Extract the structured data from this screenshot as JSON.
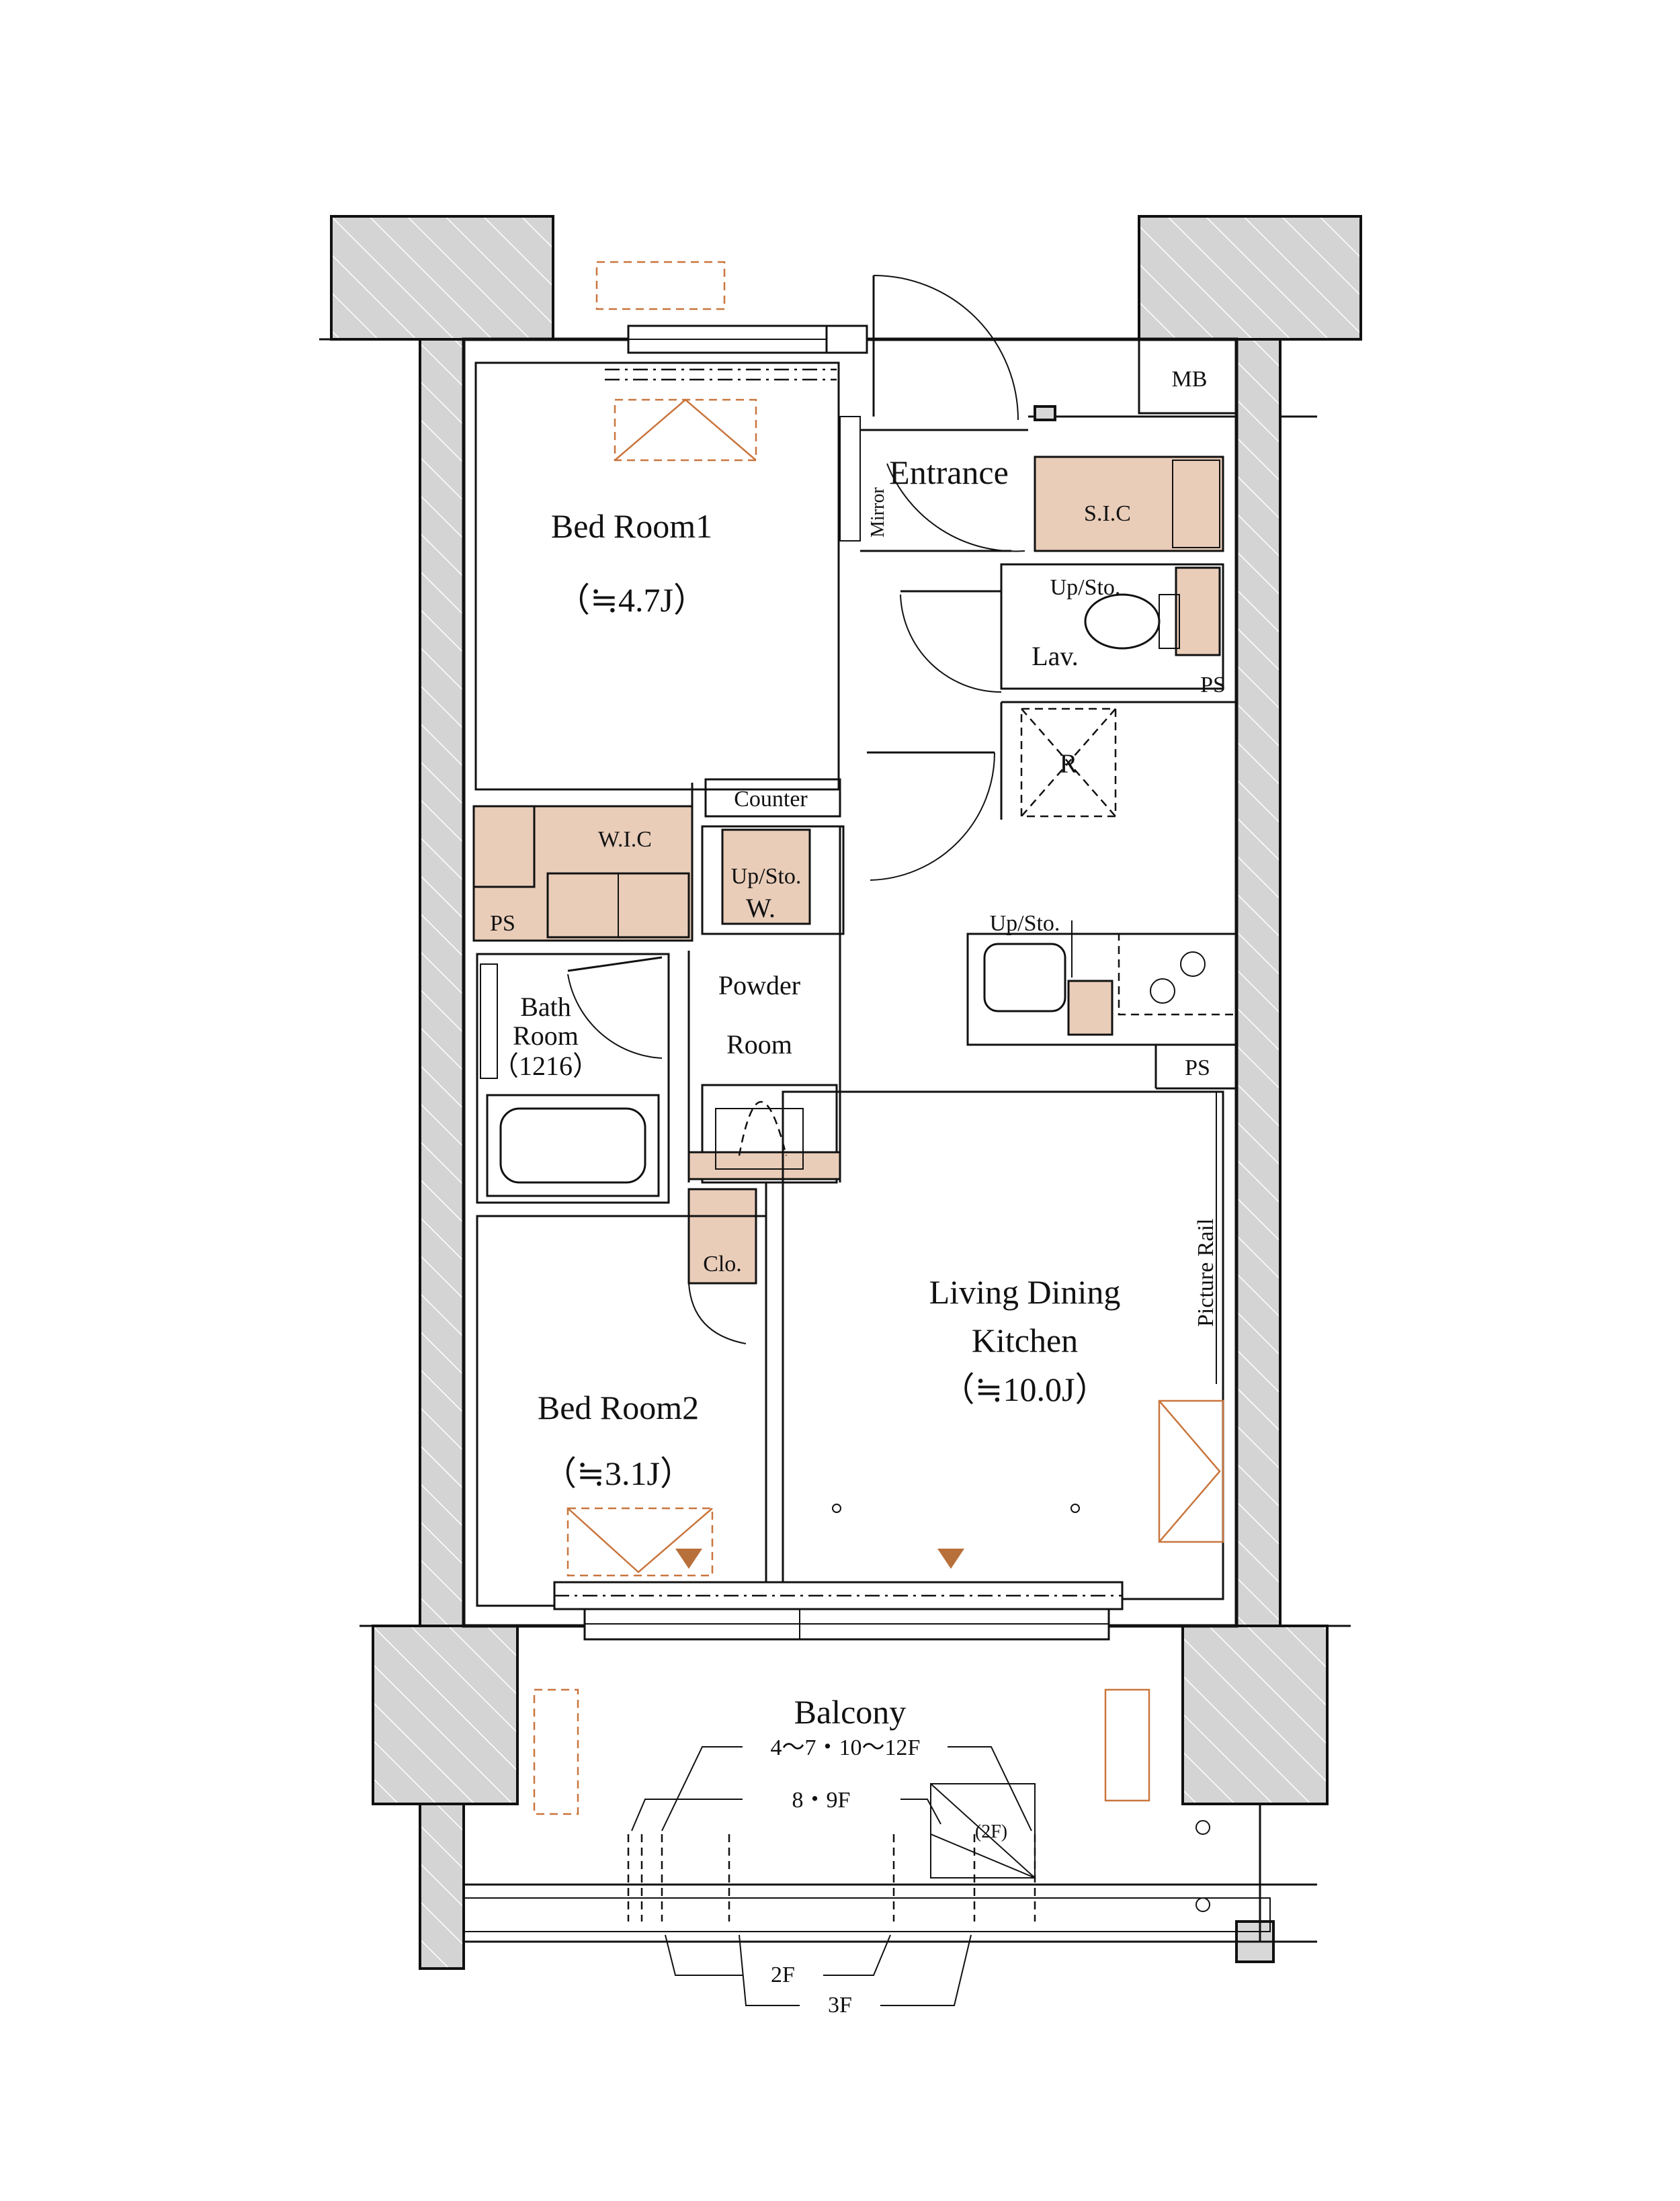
{
  "rooms": {
    "bedroom1": {
      "name": "Bed Room1",
      "size": "（≒4.7J）"
    },
    "bedroom2": {
      "name": "Bed Room2",
      "size": "（≒3.1J）"
    },
    "ldk": {
      "line1": "Living Dining",
      "line2": "Kitchen",
      "size": "（≒10.0J）"
    },
    "entrance": "Entrance",
    "sic": "S.I.C",
    "wic": "W.I.C",
    "lav": "Lav.",
    "powder": {
      "line1": "Powder",
      "line2": "Room"
    },
    "bath": {
      "line1": "Bath",
      "line2": "Room",
      "line3": "（1216）"
    },
    "balcony": "Balcony",
    "mb": "MB",
    "clo": "Clo.",
    "counter": "Counter",
    "refrigerator": "R",
    "washer": "W."
  },
  "labels": {
    "mirror": "Mirror",
    "picture_rail": "Picture Rail",
    "ps": "PS",
    "up_sto": "Up/Sto."
  },
  "balcony_notes": {
    "floors_a": "4〜7・10〜12F",
    "floors_b": "8・9F",
    "floor_2f_box": "(2F)",
    "floor_2f": "2F",
    "floor_3f": "3F"
  },
  "colors": {
    "storage_fill": "#e9cdb9",
    "accent_orange": "#c9753d",
    "wall_gray": "#d8d8d8"
  }
}
